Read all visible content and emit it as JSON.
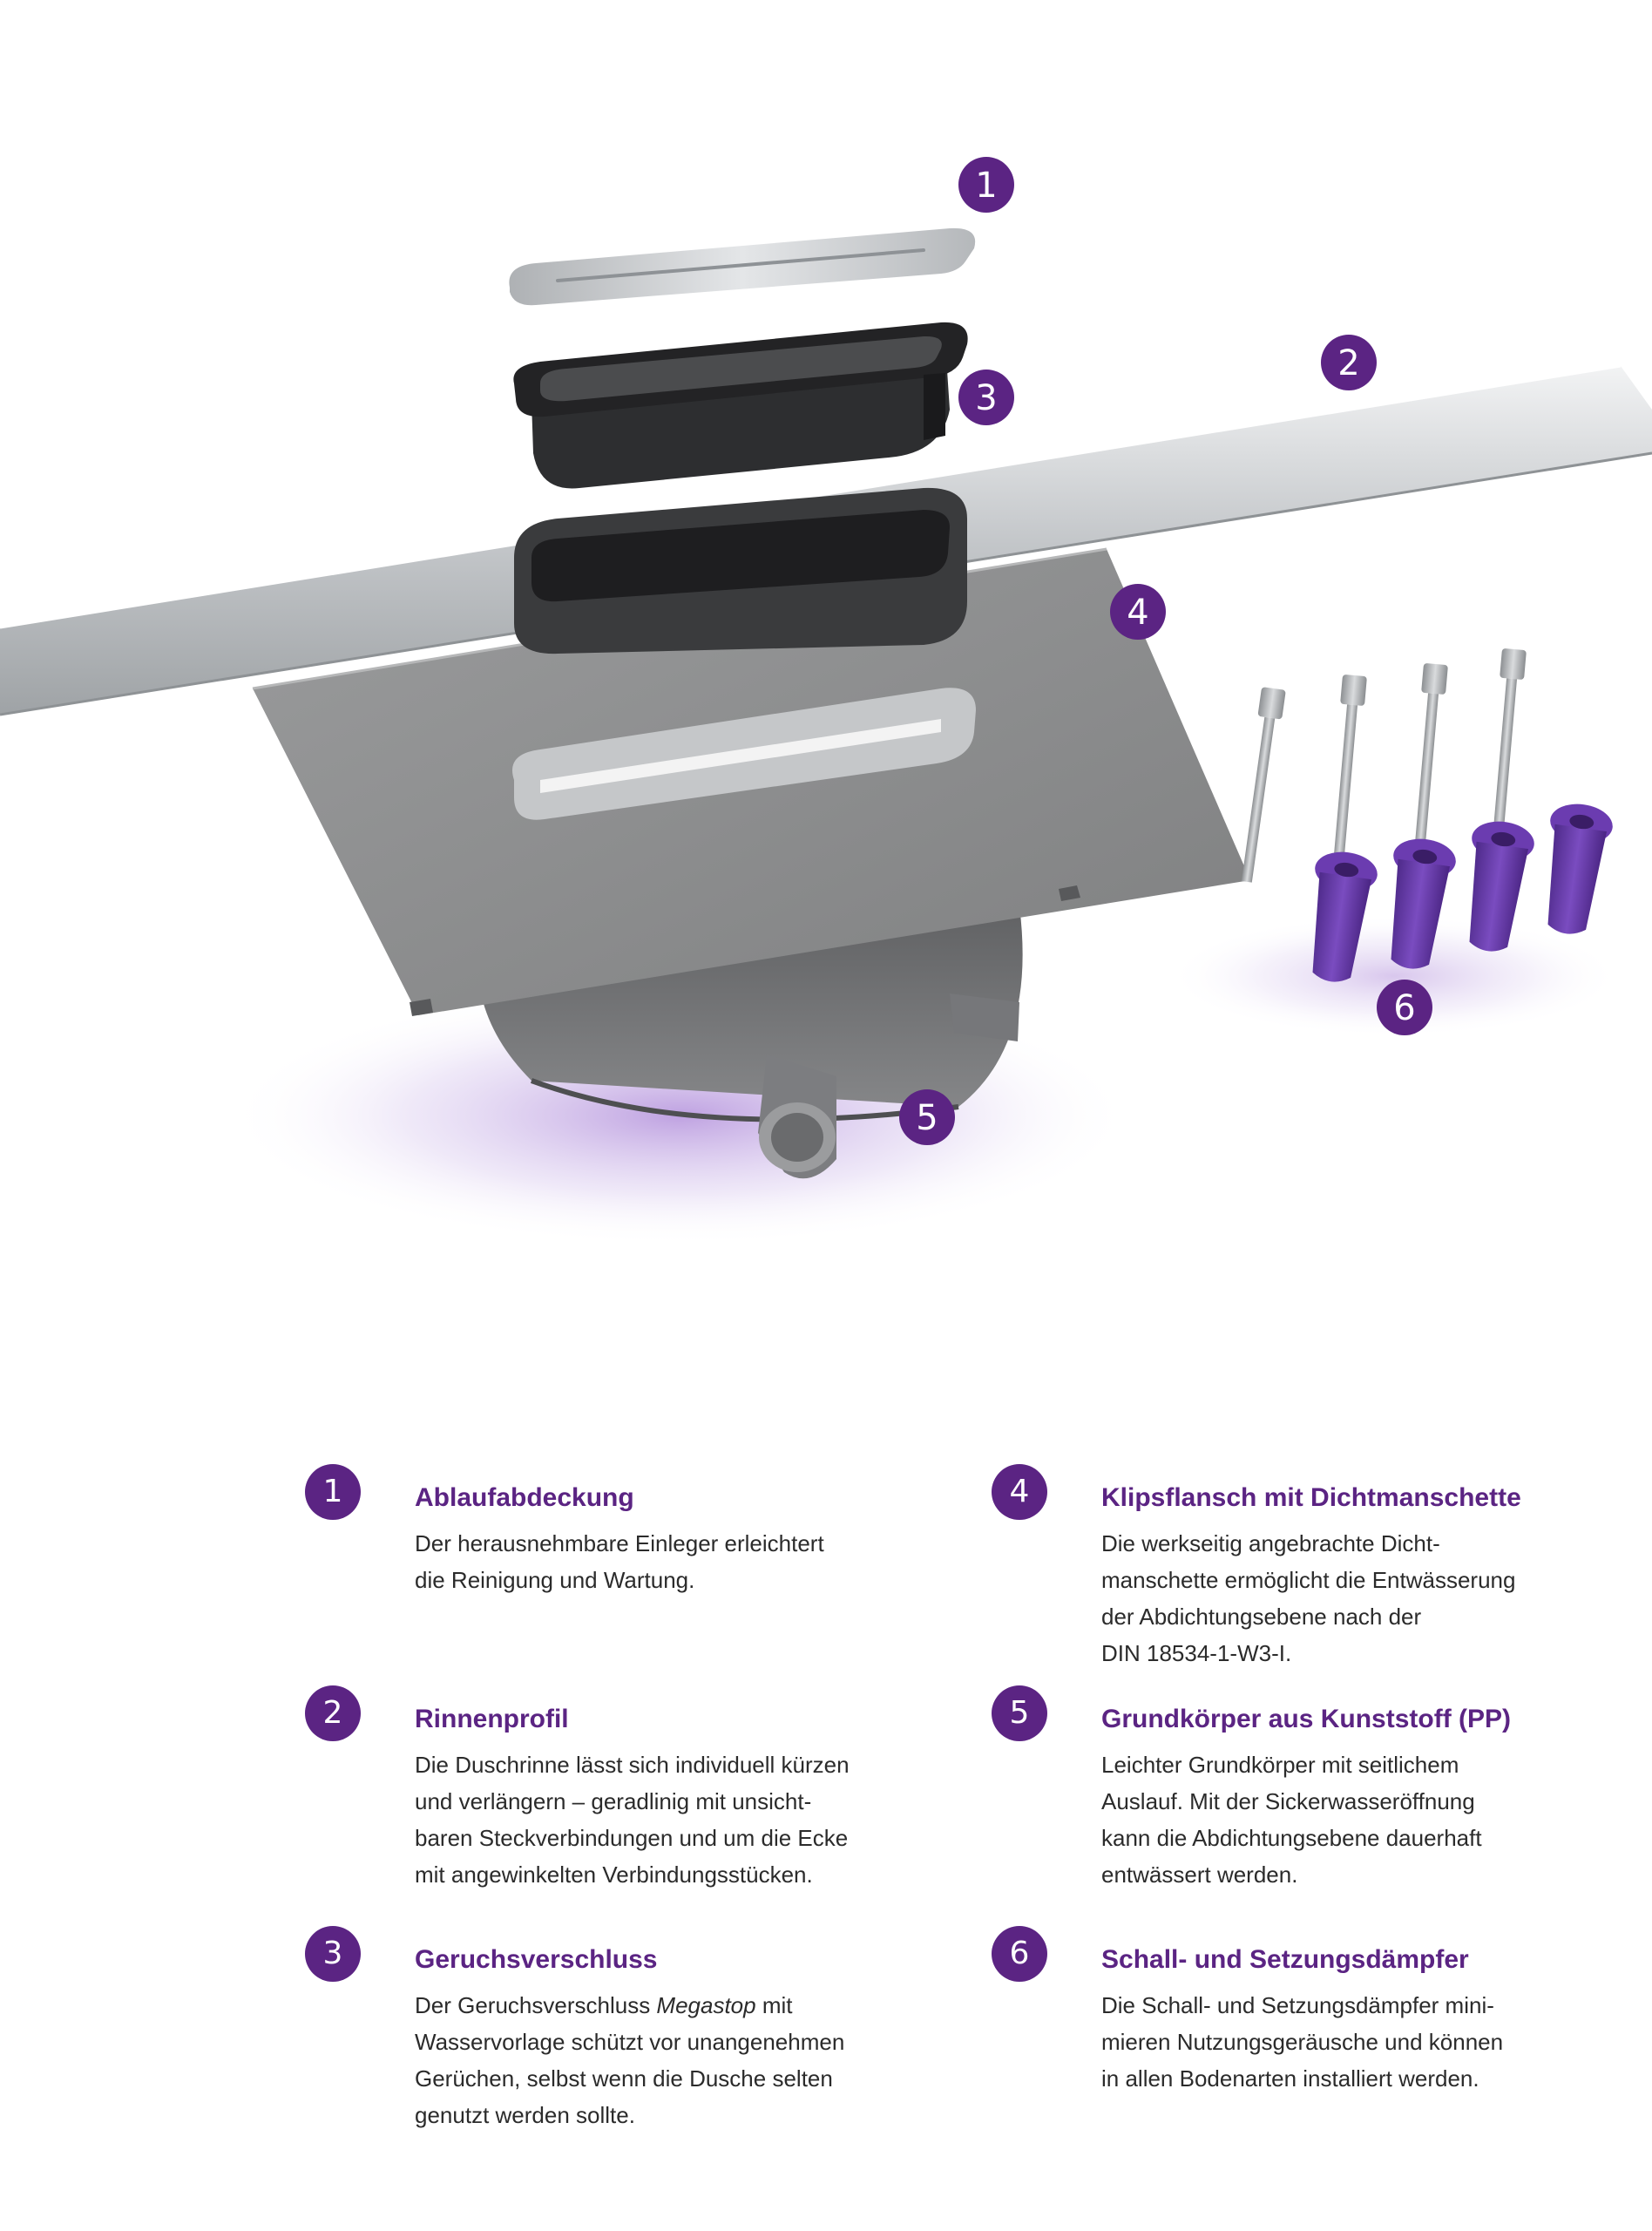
{
  "callouts": [
    "1",
    "2",
    "3",
    "4",
    "5",
    "6"
  ],
  "colors": {
    "accent": "#5b2483",
    "text": "#2b2b2b",
    "damper": "#6a3ea8",
    "steel": "#c9ccce",
    "membrane": "#8f9091",
    "body": "#6d6e70"
  },
  "items": [
    {
      "number": "1",
      "title": "Ablaufabdeckung",
      "lines": [
        "Der herausnehmbare Einleger erleichtert",
        "die Reinigung und Wartung."
      ]
    },
    {
      "number": "2",
      "title": "Rinnenprofil",
      "lines": [
        "Die Duschrinne lässt sich individuell kürzen",
        "und verlängern – geradlinig mit unsicht-",
        "baren Steckverbindungen und um die Ecke",
        "mit angewinkelten Verbindungsstücken."
      ]
    },
    {
      "number": "3",
      "title": "Geruchsverschluss",
      "line1_pre": "Der Geruchsverschluss ",
      "line1_em": "Megastop",
      "line1_post": " mit",
      "lines": [
        "Wasservorlage schützt vor unangenehmen",
        "Gerüchen, selbst wenn die Dusche selten",
        "genutzt werden sollte."
      ]
    },
    {
      "number": "4",
      "title": "Klipsflansch mit Dichtmanschette",
      "lines": [
        "Die werkseitig angebrachte Dicht-",
        "manschette ermöglicht die Entwässerung",
        "der Abdichtungsebene nach der",
        "DIN 18534-1-W3-I."
      ]
    },
    {
      "number": "5",
      "title": "Grundkörper aus Kunststoff (PP)",
      "lines": [
        "Leichter Grundkörper mit seitlichem",
        "Auslauf. Mit der Sickerwasseröffnung",
        "kann die Abdichtungsebene dauerhaft",
        "entwässert werden."
      ]
    },
    {
      "number": "6",
      "title": "Schall- und Setzungsdämpfer",
      "lines": [
        "Die Schall- und Setzungsdämpfer mini-",
        "mieren Nutzungsgeräusche und können",
        "in allen Bodenarten installiert werden."
      ]
    }
  ]
}
